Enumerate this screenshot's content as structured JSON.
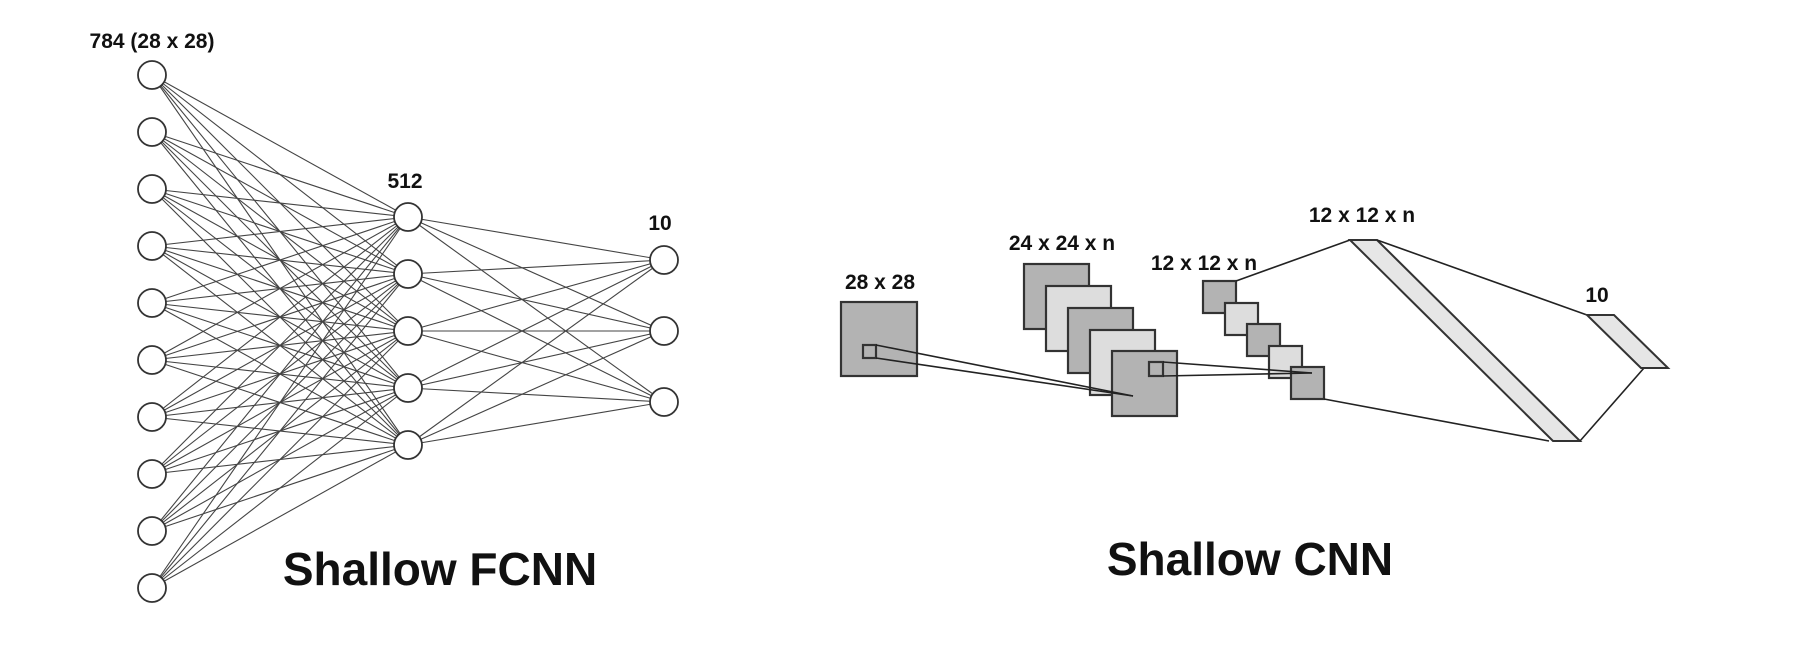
{
  "fcnn": {
    "title": "Shallow FCNN",
    "layers": [
      {
        "label": "784 (28 x 28)",
        "nodes": 10
      },
      {
        "label": "512",
        "nodes": 5
      },
      {
        "label": "10",
        "nodes": 3
      }
    ]
  },
  "cnn": {
    "title": "Shallow CNN",
    "input_label": "28 x 28",
    "conv_label": "24 x 24 x n",
    "pool_label": "12 x 12 x n",
    "dense_label": "12 x 12 x n",
    "output_label": "10"
  },
  "colors": {
    "dark_map": "#b3b3b3",
    "light_map": "#dddddd",
    "slab": "#e6e6e6",
    "stroke": "#333333"
  }
}
